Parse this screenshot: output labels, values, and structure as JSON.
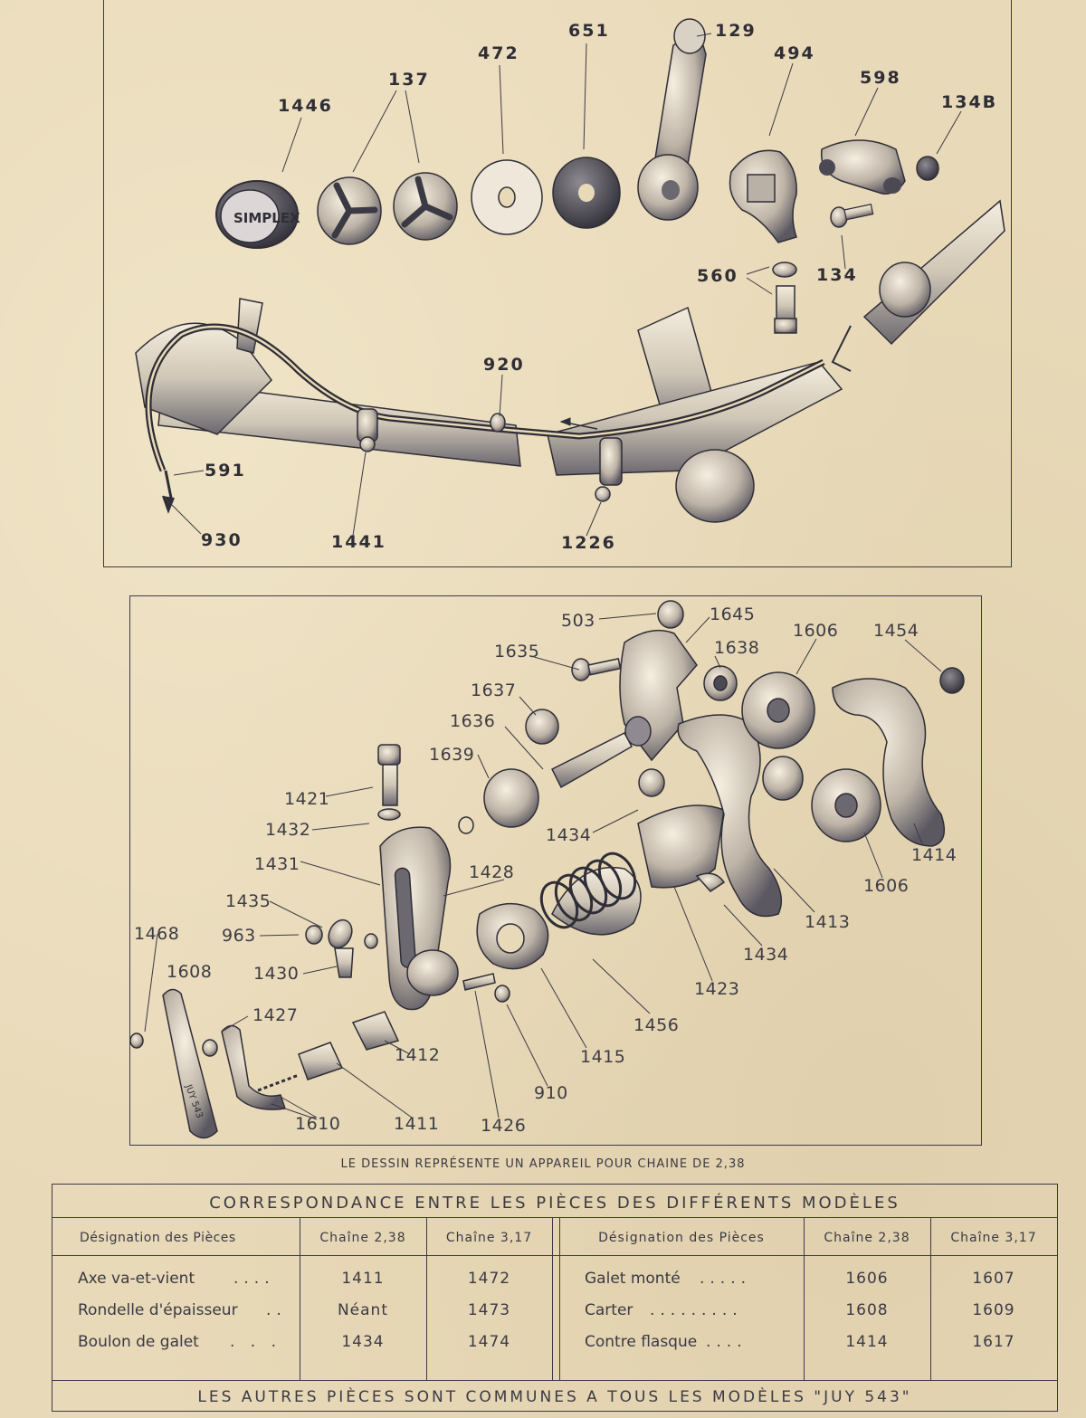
{
  "top_diagram": {
    "callouts": [
      "1446",
      "137",
      "472",
      "651",
      "129",
      "494",
      "598",
      "134B",
      "134",
      "560",
      "920",
      "591",
      "930",
      "1441",
      "1226"
    ],
    "part_marks": {
      "knob_brand": "SIMPLEX"
    }
  },
  "bottom_diagram": {
    "callouts": [
      "503",
      "1645",
      "1635",
      "1638",
      "1606",
      "1454",
      "1637",
      "1636",
      "1639",
      "1421",
      "1432",
      "1434",
      "1431",
      "1428",
      "1414",
      "1435",
      "963",
      "1468",
      "1608",
      "1430",
      "1606",
      "1413",
      "1434",
      "1423",
      "1427",
      "1456",
      "1412",
      "1415",
      "910",
      "1610",
      "1411",
      "1426"
    ],
    "part_marks": {
      "carter_text": "JUY 543"
    }
  },
  "caption": "LE DESSIN REPRÉSENTE UN APPAREIL POUR CHAINE DE 2,38",
  "table": {
    "title": "CORRESPONDANCE ENTRE LES PIÈCES DES DIFFÉRENTS MODÈLES",
    "headers": [
      "Désignation des Pièces",
      "Chaîne 2,38",
      "Chaîne 3,17",
      "Désignation des Pièces",
      "Chaîne 2,38",
      "Chaîne 3,17"
    ],
    "rows": [
      [
        "Axe va-et-vient",
        "1411",
        "1472",
        "Galet monté",
        "1606",
        "1607"
      ],
      [
        "Rondelle d'épaisseur",
        "Néant",
        "1473",
        "Carter",
        "1608",
        "1609"
      ],
      [
        "Boulon de galet",
        "1434",
        "1474",
        "Contre flasque",
        "1414",
        "1617"
      ]
    ],
    "footer": "LES AUTRES PIÈCES SONT COMMUNES A TOUS LES MODÈLES \"JUY 543\""
  }
}
